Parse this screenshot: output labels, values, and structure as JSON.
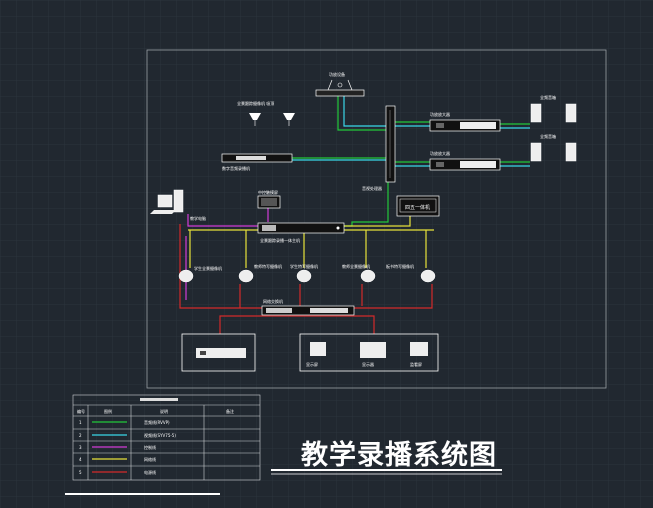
{
  "title": "教学录播系统图",
  "labels": {
    "amplifier_top": "功放设备",
    "camera_pair": "全景跟踪摄像机  吸顶",
    "recorder": "数字音频录播机",
    "power_amp_1": "功放放大器",
    "power_amp_2": "功放放大器",
    "speaker_1": "全频音箱",
    "speaker_2": "全频音箱",
    "audio_processor": "音视处理器",
    "pc": "教学电脑",
    "touch_panel": "中控触摸屏",
    "recording_host": "全景跟踪录播一体主机",
    "integrated_box": "四五一体机",
    "cam_1": "学生全景摄像机",
    "cam_2": "教师特写摄像机",
    "cam_3": "学生特写摄像机",
    "cam_4": "教师全景摄像机",
    "cam_5": "板书特写摄像机",
    "switch": "网络交换机",
    "screen_1": "显示屏",
    "screen_2": "显示器",
    "screen_3": "监看屏"
  },
  "legend": {
    "headers": [
      "编号",
      "图例",
      "说明",
      "备注"
    ],
    "rows": [
      {
        "num": "1",
        "desc": "音频线(RVVP)",
        "color": "#22c83a"
      },
      {
        "num": "2",
        "desc": "视频线(SYV75-5)",
        "color": "#3ad7e8"
      },
      {
        "num": "3",
        "desc": "控制线",
        "color": "#d13cd6"
      },
      {
        "num": "4",
        "desc": "网络线",
        "color": "#e8e23a"
      },
      {
        "num": "5",
        "desc": "电源线",
        "color": "#d22a2a"
      }
    ]
  },
  "colors": {
    "background": "#212830",
    "grid": "#2e3640",
    "audio": "#22c83a",
    "video": "#3ad7e8",
    "control": "#d13cd6",
    "network": "#e8e23a",
    "power": "#d22a2a"
  }
}
